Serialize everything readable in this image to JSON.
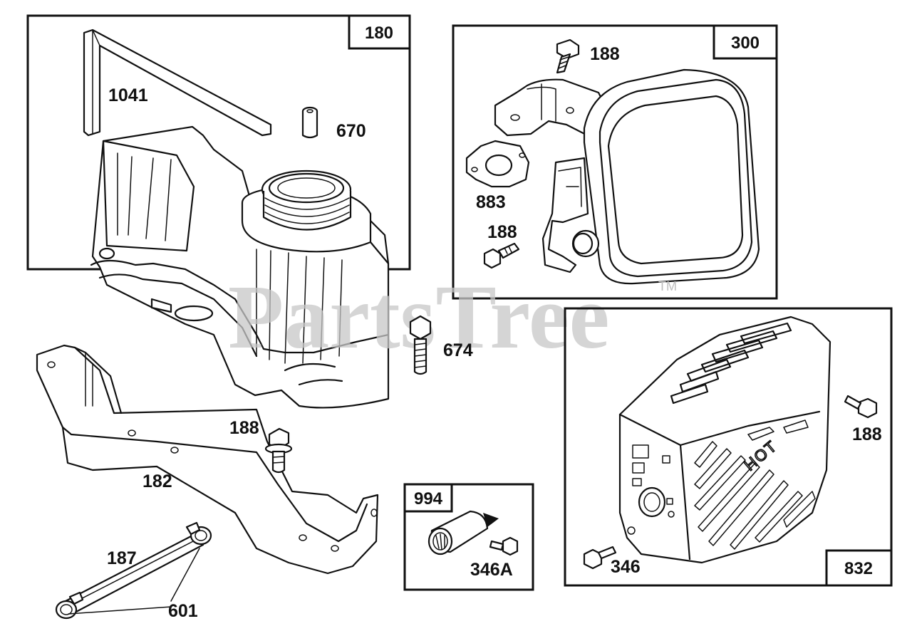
{
  "watermark": {
    "text": "PartsTree",
    "trademark": "TM"
  },
  "kits": {
    "k180": "180",
    "k300": "300",
    "k994": "994",
    "k832": "832"
  },
  "parts": {
    "p1041": "1041",
    "p670": "670",
    "p188_top": "188",
    "p883": "883",
    "p188_muffler": "188",
    "p674": "674",
    "p188_bracket": "188",
    "p182": "182",
    "p187": "187",
    "p601": "601",
    "p346a": "346A",
    "p188_guard": "188",
    "p346": "346",
    "hot_label": "HOT"
  }
}
